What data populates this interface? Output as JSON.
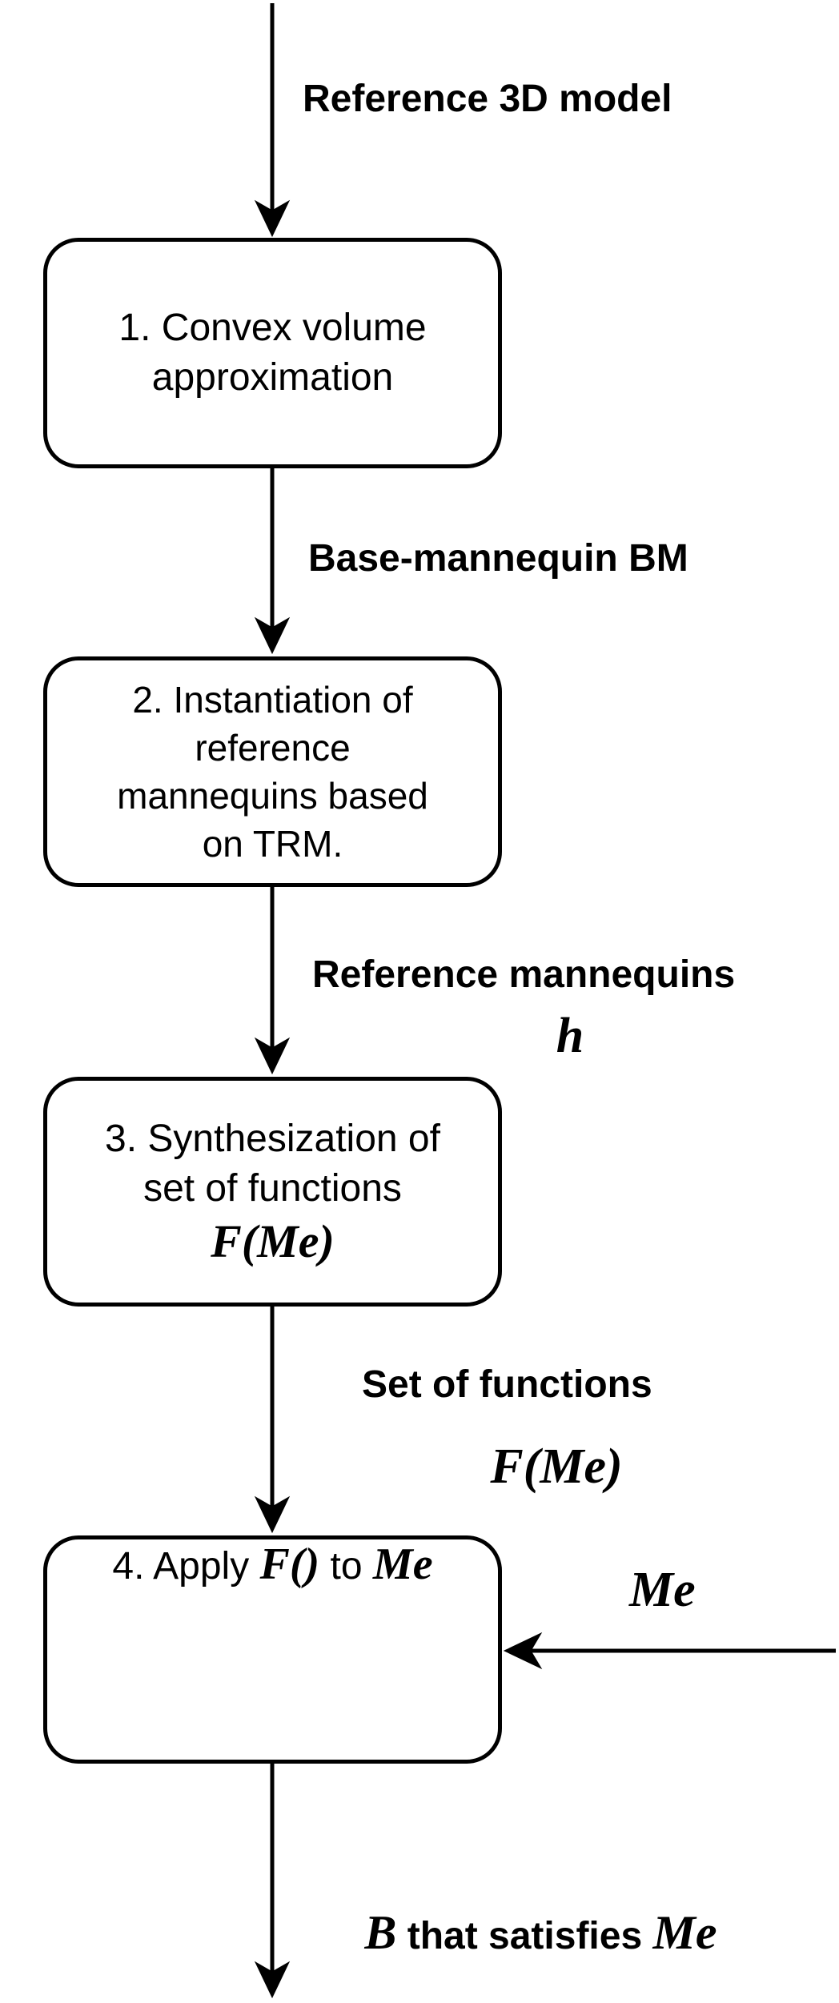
{
  "diagram": {
    "colors": {
      "stroke": "#000000",
      "background": "#ffffff"
    },
    "boxes": [
      {
        "id": "step1",
        "lines": [
          "1. Convex volume",
          "approximation"
        ]
      },
      {
        "id": "step2",
        "lines": [
          "2. Instantiation of",
          "reference",
          "mannequins based",
          "on TRM."
        ]
      },
      {
        "id": "step3",
        "lines": [
          "3. Synthesization of",
          "set of functions"
        ],
        "math": "F(Me)"
      },
      {
        "id": "step4",
        "prefix": "4. Apply ",
        "math_f": "F()",
        "mid": " to ",
        "math_me": "Me"
      }
    ],
    "edges": {
      "input_label": "Reference 3D model",
      "bm_label": "Base-mannequin BM",
      "ref_label": "Reference mannequins",
      "ref_math": "h",
      "fn_label": "Set of functions",
      "fn_math": "F(Me)",
      "side_math": "Me",
      "out_math1": "B",
      "out_text": " that satisfies ",
      "out_math2": "Me"
    }
  }
}
